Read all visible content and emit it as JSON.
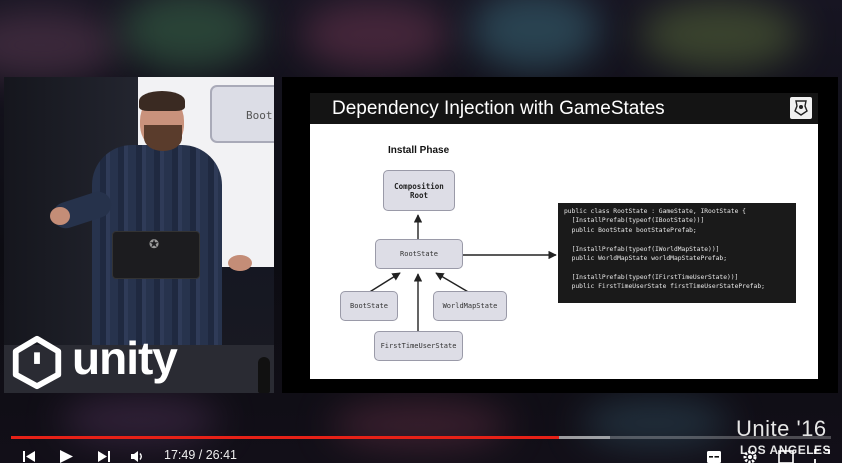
{
  "slide": {
    "title": "Dependency Injection with GameStates",
    "phase_title": "Install Phase",
    "nodes": {
      "composition_root_line1": "Composition",
      "composition_root_line2": "Root",
      "root_state": "RootState",
      "boot_state": "BootState",
      "world_map_state": "WorldMapState",
      "first_time_user_state": "FirstTimeUserState"
    },
    "code_lines": [
      "public class RootState : GameState, IRootState {",
      "  [InstallPrefab(typeof(IBootState))]",
      "  public BootState bootStatePrefab;",
      "",
      "  [InstallPrefab(typeof(IWorldMapState))]",
      "  public WorldMapState worldMapStatePrefab;",
      "",
      "  [InstallPrefab(typeof(IFirstTimeUserState))]",
      "  public FirstTimeUserState firstTimeUserStatePrefab;"
    ]
  },
  "camera": {
    "background_node_label": "Boot",
    "brand": "unity"
  },
  "conference": {
    "name": "Unite '16",
    "location": "LOS ANGELES"
  },
  "player": {
    "current_time": "17:49",
    "duration": "26:41",
    "time_display": "17:49 / 26:41",
    "played_fraction": 0.668,
    "buffered_fraction": 0.73,
    "accent": "#e62117",
    "controls": [
      "previous-icon",
      "play-icon",
      "next-icon",
      "volume-icon",
      "subtitles-icon",
      "settings-icon",
      "miniplayer-icon",
      "fullscreen-icon"
    ]
  }
}
